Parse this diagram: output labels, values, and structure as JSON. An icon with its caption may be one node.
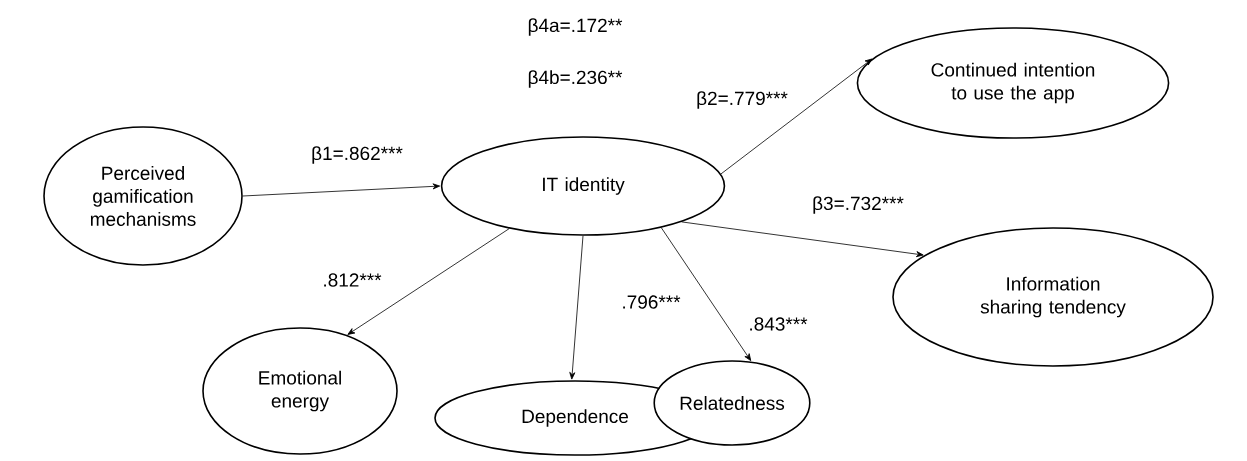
{
  "diagram": {
    "nodes": [
      {
        "text": [
          "Perceived gamification mechanisms"
        ]
      },
      {
        "text": [
          "IT identity"
        ]
      },
      {
        "text": [
          "Continued intention to use the app"
        ]
      },
      {
        "text": [
          "Information sharing tendency"
        ]
      },
      {
        "text": [
          "Emotional energy"
        ]
      },
      {
        "text": [
          "Dependence"
        ]
      },
      {
        "text": [
          "Relatedness"
        ]
      }
    ],
    "edges": [
      {
        "from": 0,
        "to": 1,
        "arrow": "to",
        "label": "β1=.862***"
      },
      {
        "from": 1,
        "to": 2,
        "arrow": "to",
        "label": "β2=.779***"
      },
      {
        "from": 1,
        "to": 3,
        "arrow": "to",
        "label": "β3=.732***"
      },
      {
        "from": 1,
        "to": 4,
        "arrow": "to",
        "label": ".812***"
      },
      {
        "from": 1,
        "to": 5,
        "arrow": "to",
        "label": ".796***"
      },
      {
        "from": 1,
        "to": 6,
        "arrow": "to",
        "label": ".843***"
      }
    ],
    "labels": [
      "β4a=.172**",
      "β4b=.236**"
    ]
  }
}
